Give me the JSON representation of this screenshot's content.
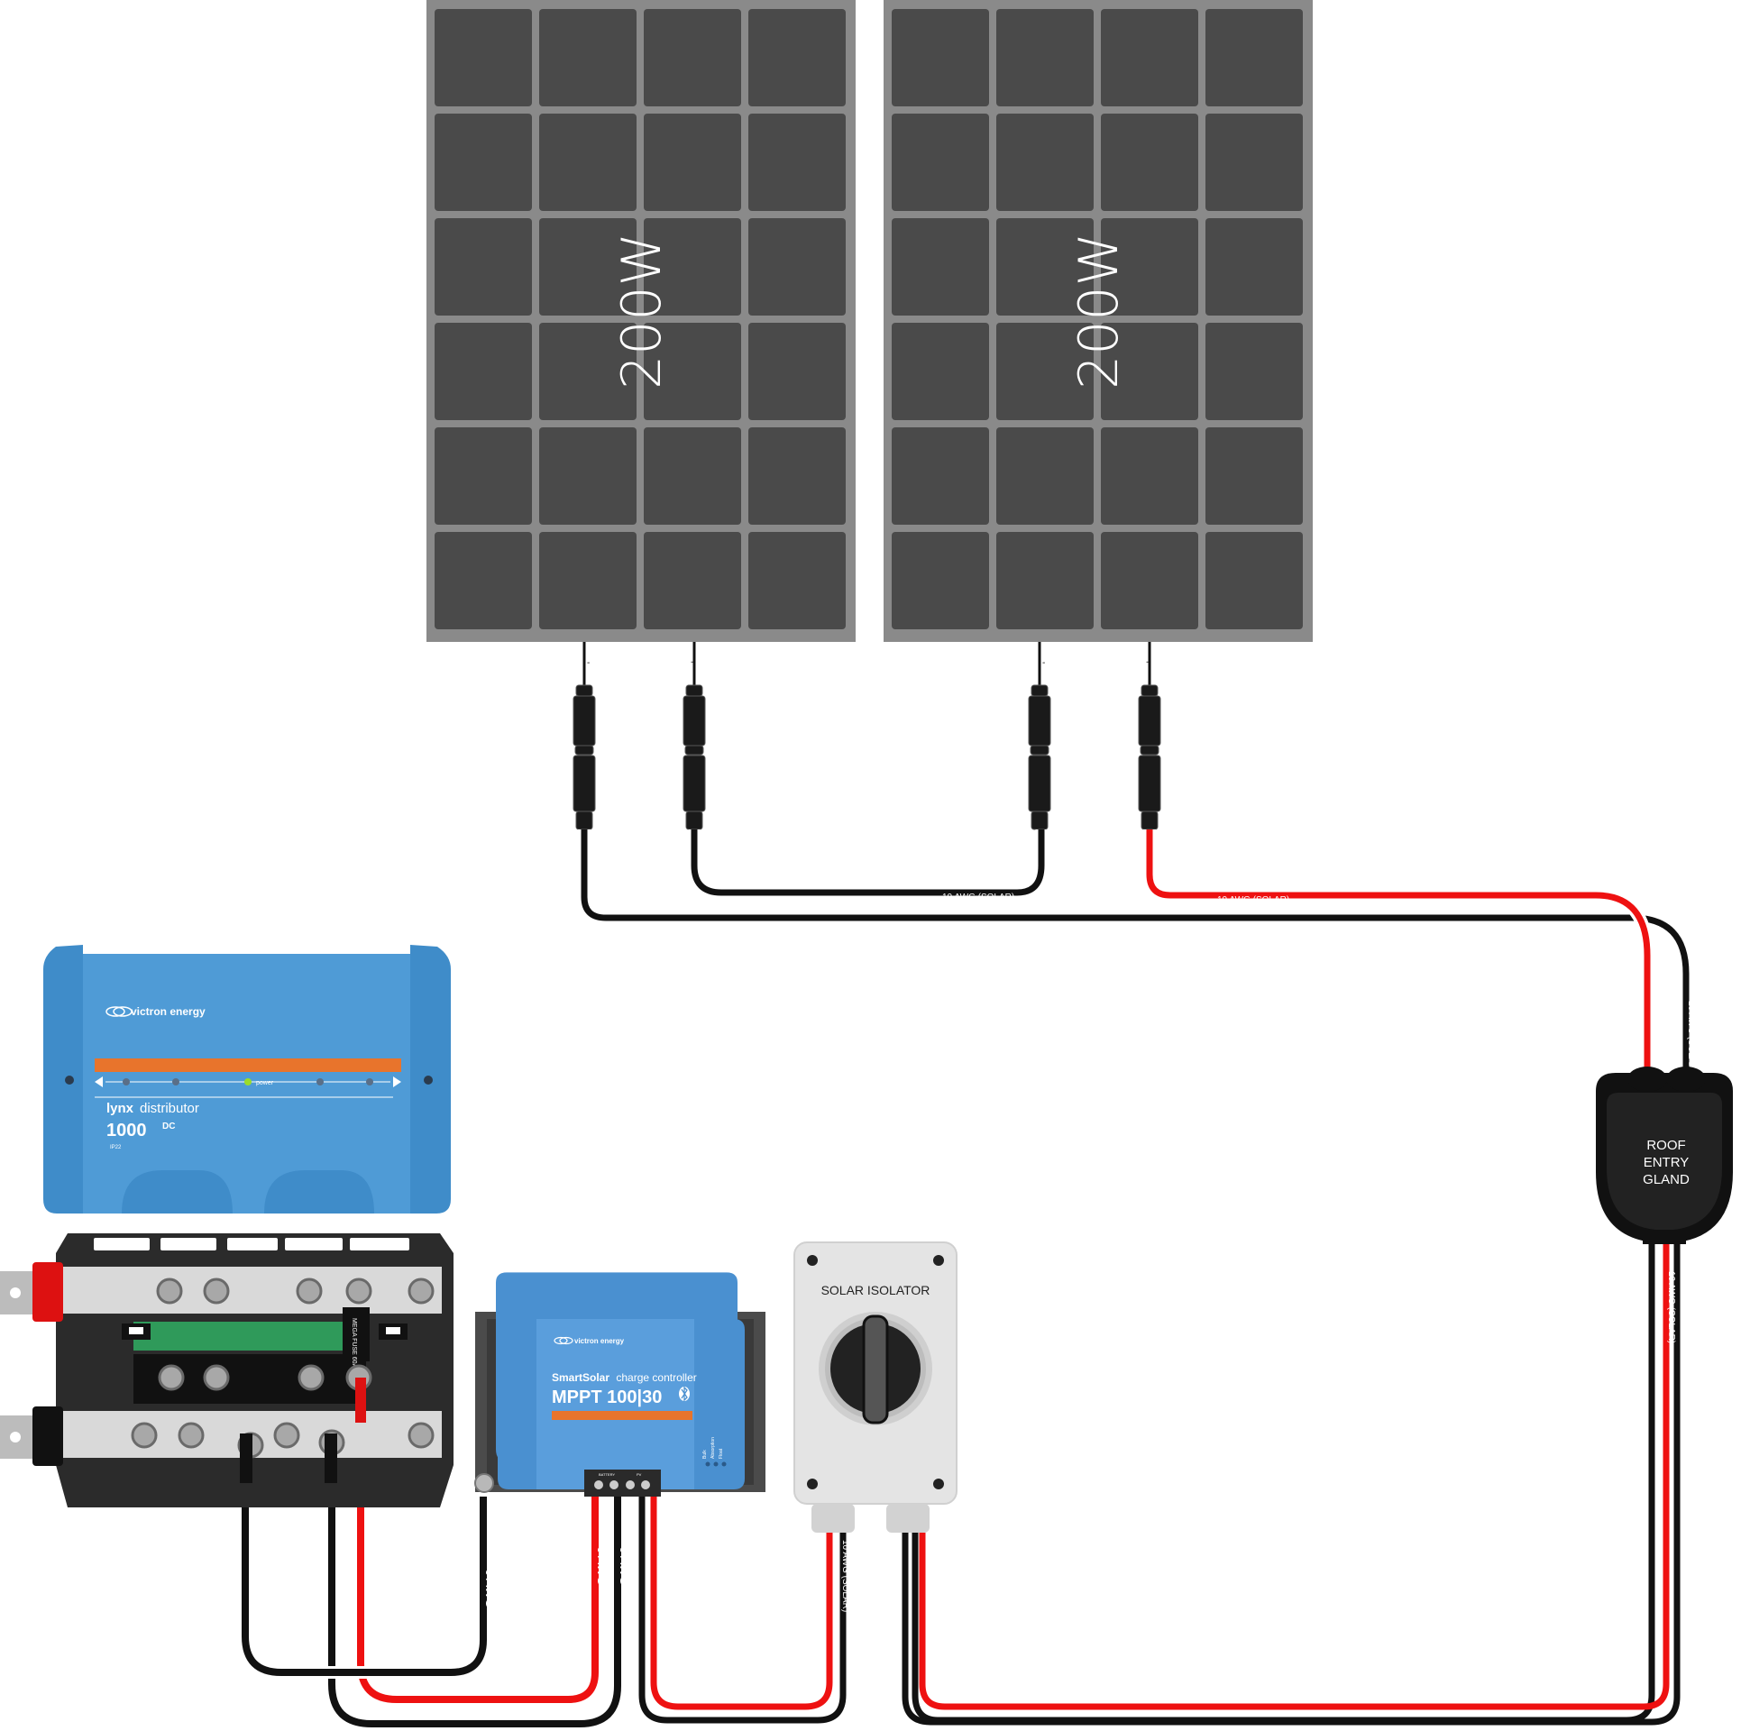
{
  "panels": [
    {
      "label": "200W"
    },
    {
      "label": "200W"
    }
  ],
  "connectors": {
    "minus": "-",
    "plus": "+"
  },
  "wires": {
    "solar_10awg": "10 AWG (SOLAR)",
    "battery_6awg": "6 AWG"
  },
  "gland": {
    "line1": "ROOF",
    "line2": "ENTRY",
    "line3": "GLAND"
  },
  "isolator": {
    "title": "SOLAR ISOLATOR"
  },
  "lynx": {
    "brand": "victron energy",
    "name_prefix": "lynx",
    "name_suffix": "distributor",
    "rating": "1000",
    "rating_unit": "DC",
    "power_label": "power",
    "ip": "IP22",
    "fuse_label": "MEGA FUSE 60A"
  },
  "mppt": {
    "brand": "victron energy",
    "line1_bold": "SmartSolar",
    "line1_rest": "charge controller",
    "model": "MPPT 100|30",
    "terminal_battery": "BATTERY",
    "terminal_pv": "PV",
    "led_bulk": "Bulk",
    "led_absorption": "Absorption",
    "led_float": "Float"
  },
  "colors": {
    "panel_cell": "#4a4a4a",
    "panel_frame": "#8a8a8a",
    "wire_red": "#ee1111",
    "wire_black": "#111111",
    "victron_blue": "#4a90d0",
    "victron_orange": "#e8742c",
    "bus_green": "#2f9a5a"
  }
}
